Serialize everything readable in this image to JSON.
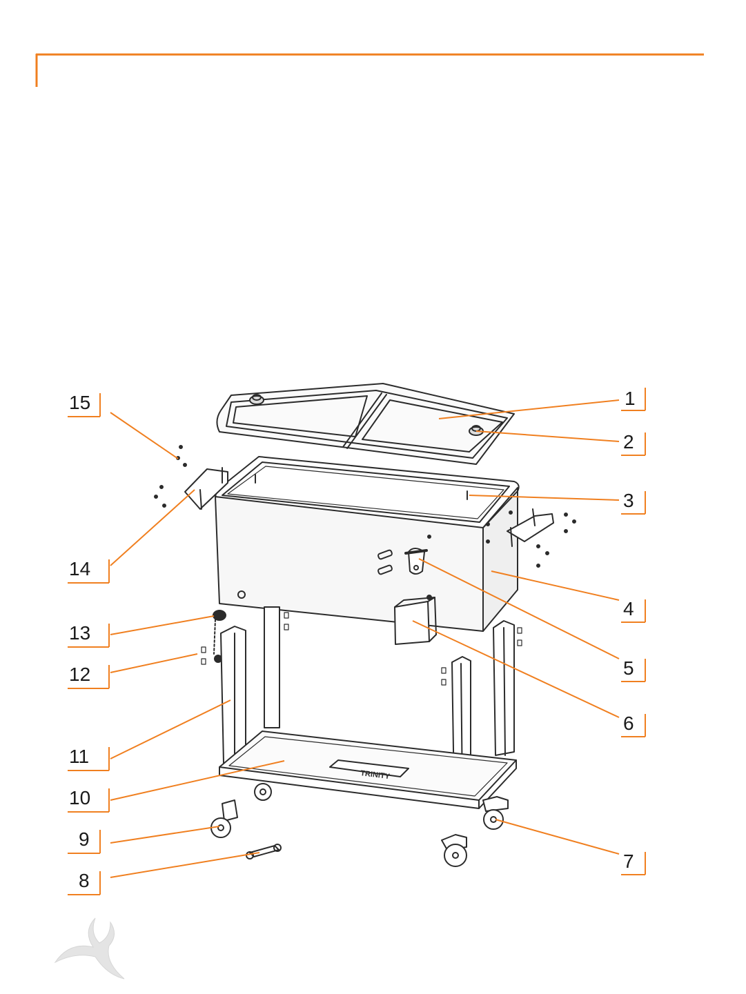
{
  "colors": {
    "accent": "#F07F1F",
    "line": "#2b2b2b",
    "leader": "#F07F1F"
  },
  "header": {
    "title": ""
  },
  "callouts": [
    {
      "label": "1"
    },
    {
      "label": "2"
    },
    {
      "label": "3"
    },
    {
      "label": "4"
    },
    {
      "label": "5"
    },
    {
      "label": "6"
    },
    {
      "label": "7"
    },
    {
      "label": "8"
    },
    {
      "label": "9"
    },
    {
      "label": "10"
    },
    {
      "label": "11"
    },
    {
      "label": "12"
    },
    {
      "label": "13"
    },
    {
      "label": "14"
    },
    {
      "label": "15"
    }
  ],
  "brand": {
    "tray_logo_text": "TRINITY",
    "footer_logo_icon": "trinity-swirl-logo-icon"
  },
  "footer": {
    "text": ""
  }
}
